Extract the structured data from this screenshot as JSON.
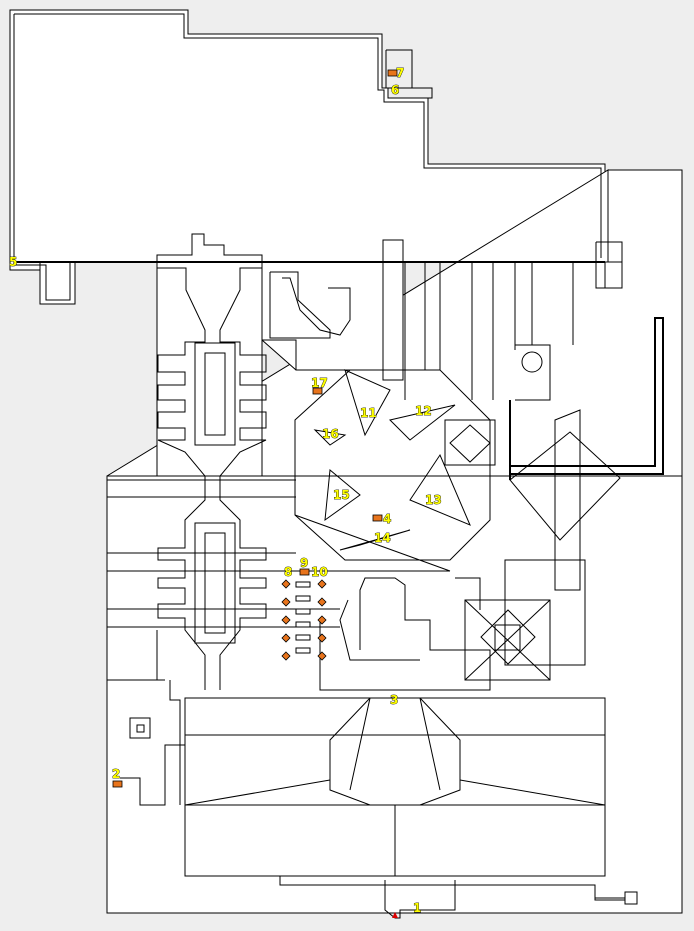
{
  "map": {
    "background_color": "#eeeeee",
    "floor_color": "#ffffff",
    "wall_color": "#000000",
    "label_color": "#ffff00",
    "item_color": "#e8741c",
    "markers": [
      {
        "id": "1",
        "label": "1"
      },
      {
        "id": "2",
        "label": "2"
      },
      {
        "id": "3",
        "label": "3"
      },
      {
        "id": "4",
        "label": "4"
      },
      {
        "id": "5",
        "label": "5"
      },
      {
        "id": "6",
        "label": "6"
      },
      {
        "id": "7",
        "label": "7"
      },
      {
        "id": "8",
        "label": "8"
      },
      {
        "id": "9",
        "label": "9"
      },
      {
        "id": "10",
        "label": "10"
      },
      {
        "id": "11",
        "label": "11"
      },
      {
        "id": "12",
        "label": "12"
      },
      {
        "id": "13",
        "label": "13"
      },
      {
        "id": "14",
        "label": "14"
      },
      {
        "id": "15",
        "label": "15"
      },
      {
        "id": "16",
        "label": "16"
      },
      {
        "id": "17",
        "label": "17"
      }
    ]
  }
}
